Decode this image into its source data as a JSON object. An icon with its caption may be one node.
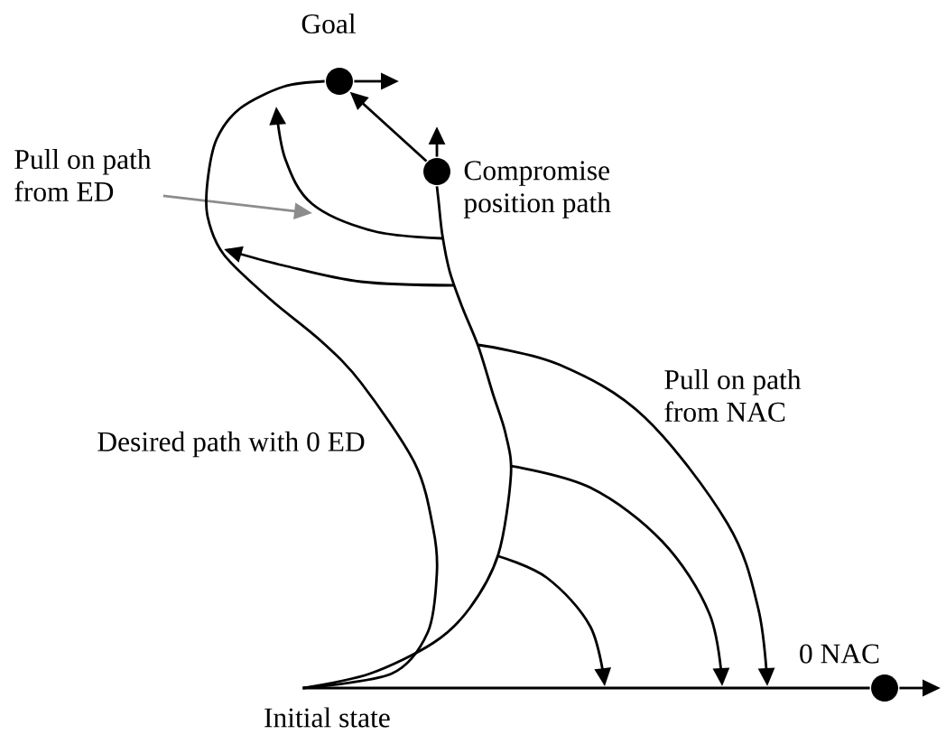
{
  "diagram": {
    "nodes": [
      {
        "text": [],
        "shape": "circle",
        "beside": [
          "Goal"
        ]
      },
      {
        "text": [],
        "shape": "circle",
        "beside": [
          "Compromise position path"
        ]
      },
      {
        "text": [
          "Pull on path from ED"
        ]
      },
      {
        "text": [
          "Initial state"
        ]
      },
      {
        "text": [],
        "shape": "circle",
        "beside": [
          "0 NAC"
        ]
      }
    ],
    "edges": [
      {
        "from": 0,
        "to": null,
        "arrow": "to"
      },
      {
        "from": 1,
        "to": null,
        "arrow": "to"
      },
      {
        "from": 1,
        "to": 0,
        "arrow": "to"
      },
      {
        "from": 2,
        "to": null,
        "arrow": "to",
        "color": "#8c8c8c"
      },
      {
        "from": 3,
        "to": 0,
        "arrow": "none",
        "label": "Desired path with 0 ED"
      },
      {
        "from": 3,
        "to": 1,
        "arrow": "none"
      },
      {
        "from": 3,
        "to": 4,
        "arrow": "none"
      },
      {
        "from": 4,
        "to": null,
        "arrow": "to"
      }
    ],
    "labels": [
      "Pull on path from NAC"
    ]
  }
}
